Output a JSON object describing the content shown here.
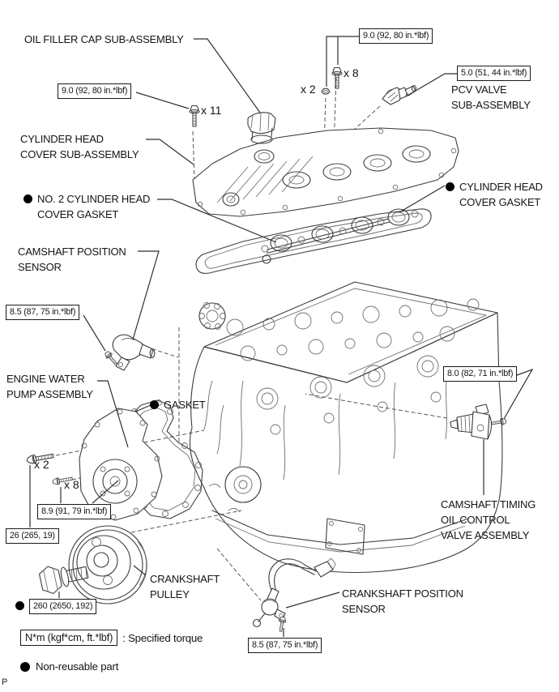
{
  "labels": {
    "oil_filler_cap": "OIL FILLER CAP SUB-ASSEMBLY",
    "cylinder_head_cover": "CYLINDER HEAD\nCOVER SUB-ASSEMBLY",
    "no2_head_cover_gasket": "NO. 2 CYLINDER HEAD\nCOVER GASKET",
    "head_cover_gasket": "CYLINDER HEAD\nCOVER GASKET",
    "pcv_valve": "PCV VALVE\nSUB-ASSEMBLY",
    "camshaft_position_sensor": "CAMSHAFT POSITION\nSENSOR",
    "engine_water_pump": "ENGINE WATER\nPUMP ASSEMBLY",
    "gasket": "GASKET",
    "crankshaft_pulley": "CRANKSHAFT\nPULLEY",
    "camshaft_timing_valve": "CAMSHAFT TIMING\nOIL CONTROL\nVALVE ASSEMBLY",
    "crankshaft_position_sensor": "CRANKSHAFT POSITION\nSENSOR"
  },
  "torques": {
    "t90_left": "9.0 (92, 80 in.*lbf)",
    "t90_top": "9.0 (92, 80 in.*lbf)",
    "t50": "5.0 (51, 44 in.*lbf)",
    "t85_left": "8.5 (87, 75 in.*lbf)",
    "t89": "8.9 (91, 79 in.*lbf)",
    "t26": "26 (265, 19)",
    "t260": "260 (2650, 192)",
    "t80": "8.0 (82, 71 in.*lbf)",
    "t85_bottom": "8.5 (87, 75 in.*lbf)"
  },
  "counts": {
    "x11": "x 11",
    "x8_top": "x 8",
    "x2_top": "x 2",
    "x2_pump": "x 2",
    "x8_pump": "x 8"
  },
  "legend": {
    "torque_unit": "N*m (kgf*cm, ft.*lbf)",
    "torque_desc": ": Specified torque",
    "non_reusable": "Non-reusable part"
  },
  "page": {
    "corner_letter": "P"
  },
  "colors": {
    "background": "#ffffff",
    "line": "#3d3d3d",
    "text": "#141414"
  }
}
